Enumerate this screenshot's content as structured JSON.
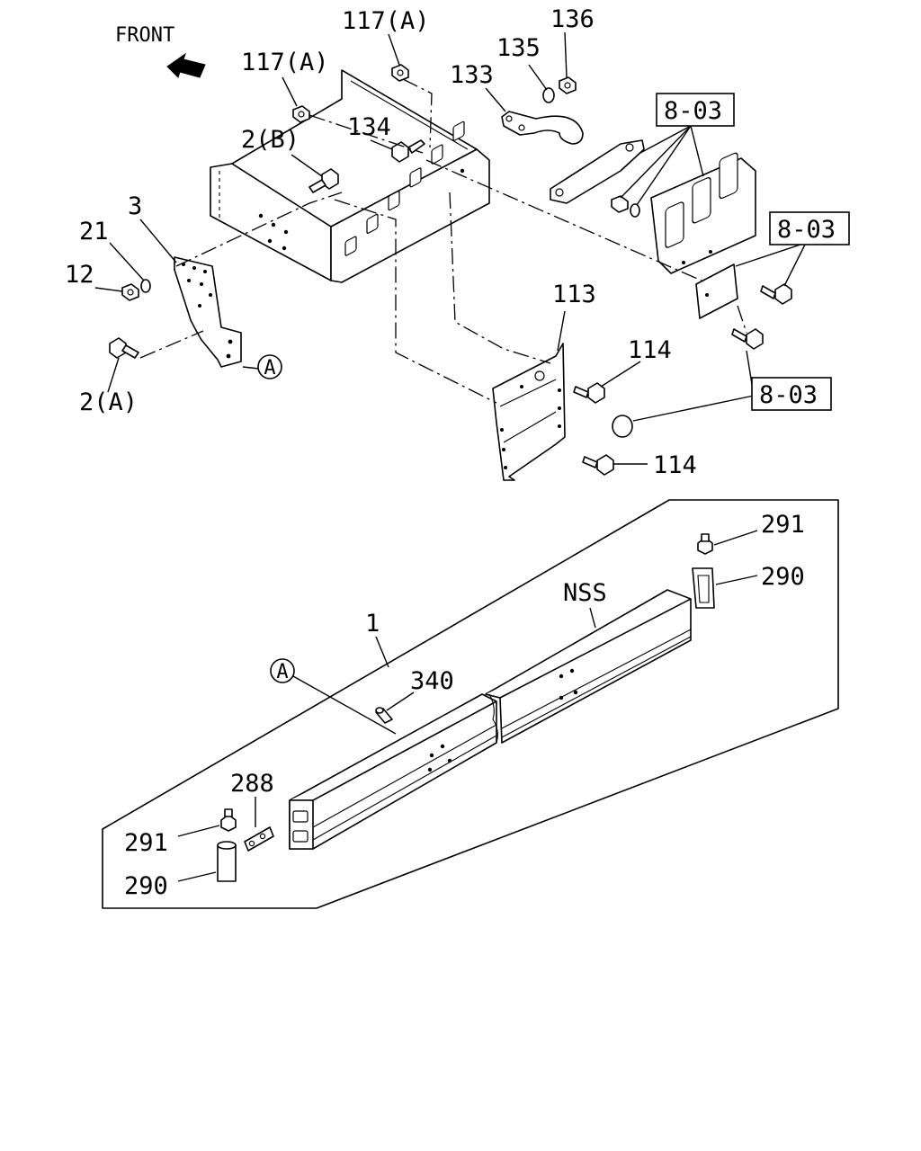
{
  "orientation": {
    "front_label": "FRONT"
  },
  "callouts": {
    "c117a_top": "117(A)",
    "c117a_left": "117(A)",
    "c136": "136",
    "c135": "135",
    "c133": "133",
    "c134": "134",
    "c2b": "2(B)",
    "c3": "3",
    "c21": "21",
    "c12": "12",
    "c2a": "2(A)",
    "c113": "113",
    "c114_upper": "114",
    "c114_lower": "114",
    "ref_8_03_a": "8-03",
    "ref_8_03_b": "8-03",
    "ref_8_03_c": "8-03",
    "marker_a_upper": "A",
    "marker_a_lower": "A",
    "c1": "1",
    "cNSS": "NSS",
    "c340": "340",
    "c291_right": "291",
    "c290_right": "290",
    "c288": "288",
    "c291_left": "291",
    "c290_left": "290"
  }
}
